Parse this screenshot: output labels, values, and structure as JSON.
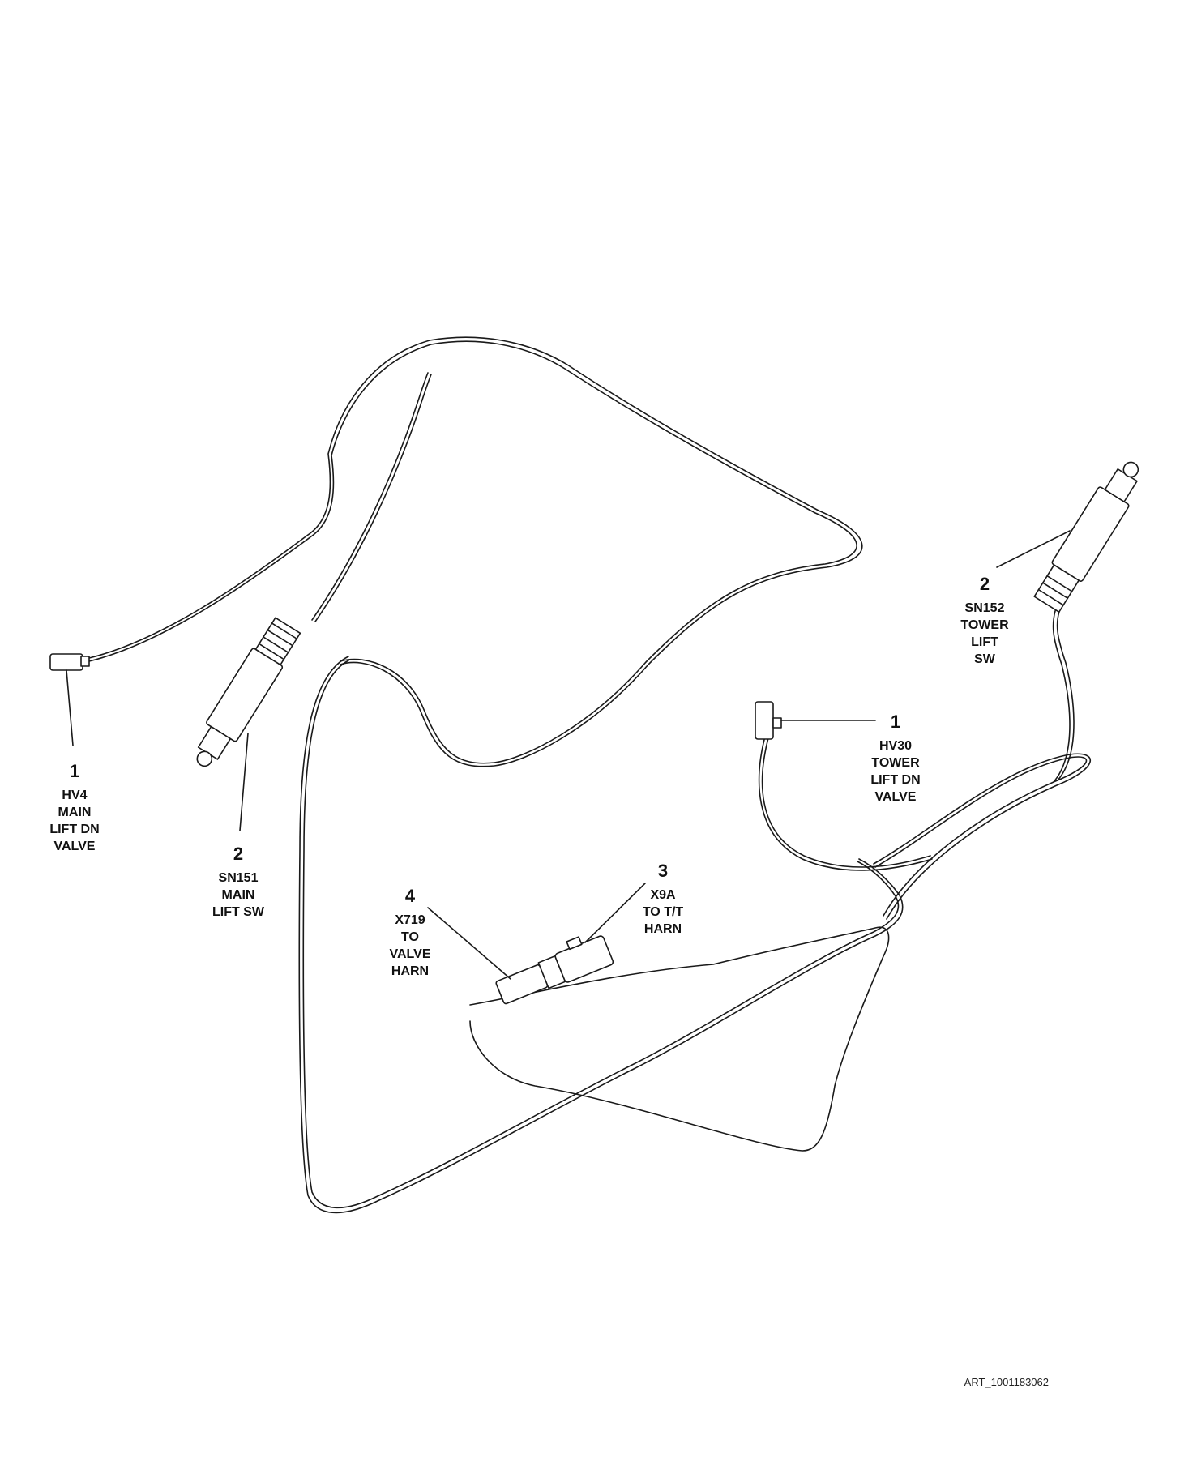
{
  "callouts": [
    {
      "id": "hv4",
      "number": "1",
      "lines": [
        "HV4",
        "MAIN",
        "LIFT DN",
        "VALVE"
      ]
    },
    {
      "id": "sn151",
      "number": "2",
      "lines": [
        "SN151",
        "MAIN",
        "LIFT SW"
      ]
    },
    {
      "id": "sn152",
      "number": "2",
      "lines": [
        "SN152",
        "TOWER",
        "LIFT",
        "SW"
      ]
    },
    {
      "id": "hv30",
      "number": "1",
      "lines": [
        "HV30",
        "TOWER",
        "LIFT DN",
        "VALVE"
      ]
    },
    {
      "id": "x9a",
      "number": "3",
      "lines": [
        "X9A",
        "TO T/T",
        "HARN"
      ]
    },
    {
      "id": "x719",
      "number": "4",
      "lines": [
        "X719",
        "TO",
        "VALVE",
        "HARN"
      ]
    }
  ],
  "art_id": "ART_1001183062",
  "colors": {
    "line": "#1a1a1a",
    "background": "#ffffff"
  }
}
